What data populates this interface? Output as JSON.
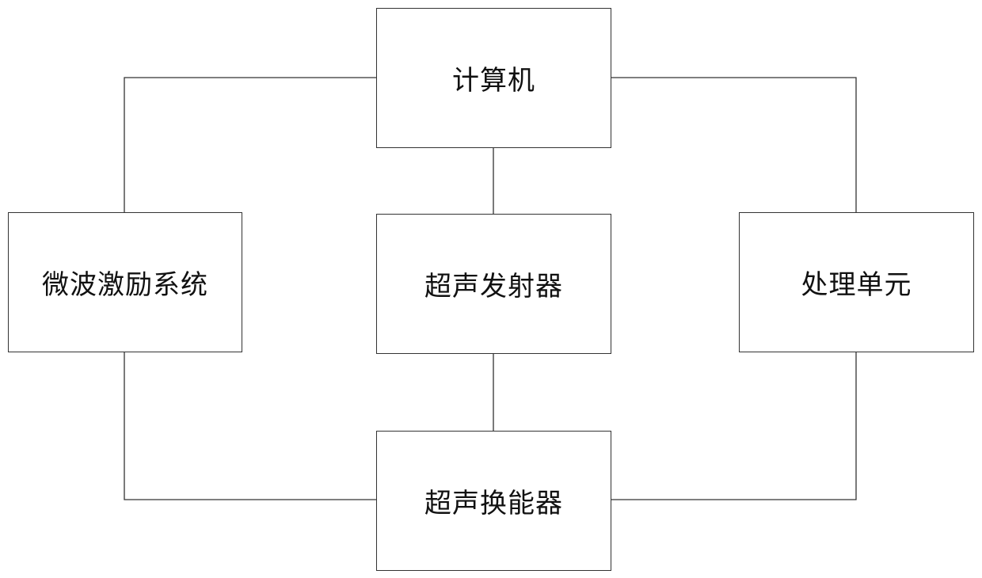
{
  "diagram": {
    "nodes": {
      "computer": {
        "label": "计算机"
      },
      "ultrasonic_transmitter": {
        "label": "超声发射器"
      },
      "microwave_excitation_system": {
        "label": "微波激励系统"
      },
      "processing_unit": {
        "label": "处理单元"
      },
      "ultrasonic_transducer": {
        "label": "超声换能器"
      }
    },
    "edges": [
      {
        "from": "computer",
        "to": "microwave_excitation_system"
      },
      {
        "from": "computer",
        "to": "processing_unit"
      },
      {
        "from": "computer",
        "to": "ultrasonic_transmitter"
      },
      {
        "from": "ultrasonic_transmitter",
        "to": "ultrasonic_transducer"
      },
      {
        "from": "microwave_excitation_system",
        "to": "ultrasonic_transducer"
      },
      {
        "from": "processing_unit",
        "to": "ultrasonic_transducer"
      }
    ],
    "colors": {
      "line": "#333333",
      "text": "#111111",
      "background": "#ffffff"
    }
  }
}
